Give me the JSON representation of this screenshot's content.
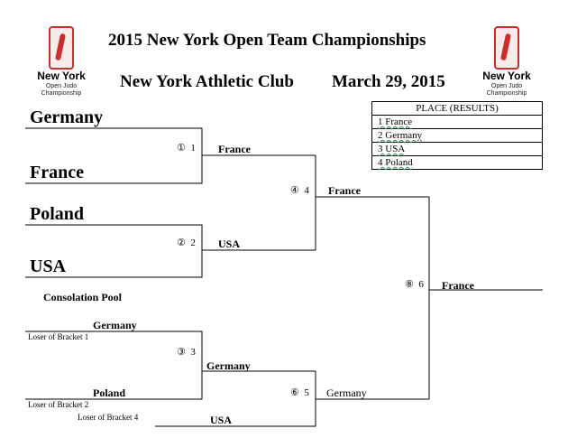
{
  "header": {
    "title": "2015 New York Open Team Championships",
    "venue": "New York Athletic Club",
    "date": "March 29, 2015"
  },
  "logo": {
    "name": "New York",
    "subtitle_line1": "Open Judo",
    "subtitle_line2": "Championship"
  },
  "place_table": {
    "header": "PLACE (RESULTS)",
    "rows": [
      "1  France",
      "2  Germany",
      "3  USA",
      "4  Poland"
    ]
  },
  "teams": {
    "germany": "Germany",
    "france": "France",
    "poland": "Poland",
    "usa": "USA"
  },
  "matches": {
    "m1": {
      "symbol": "①",
      "num": "1",
      "winner": "France"
    },
    "m2": {
      "symbol": "②",
      "num": "2",
      "winner": "USA"
    },
    "m3": {
      "symbol": "③",
      "num": "3",
      "winner": "Germany"
    },
    "m4": {
      "symbol": "④",
      "num": "4",
      "winner": "France"
    },
    "m5": {
      "symbol": "⑥",
      "num": "5",
      "winner": "Germany"
    },
    "m6": {
      "symbol": "⑧",
      "num": "6",
      "winner": "France"
    }
  },
  "consolation": {
    "title": "Consolation Pool",
    "team1": "Germany",
    "team1_note": "Loser of Bracket 1",
    "team2": "Poland",
    "team2_note": "Loser of Bracket 2",
    "team3_note": "Loser of Bracket 4",
    "team3": "USA"
  }
}
